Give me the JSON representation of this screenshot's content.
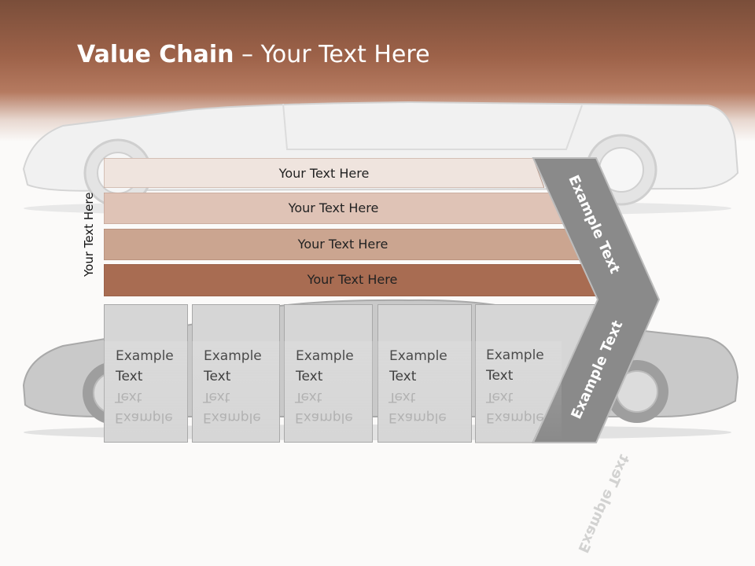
{
  "slide": {
    "title_bold": "Value Chain",
    "title_rest": " – Your Text Here",
    "side_label": "Your Text Here"
  },
  "bands": [
    {
      "label": "Your Text Here",
      "color": "#efe4de"
    },
    {
      "label": "Your Text Here",
      "color": "#dfc3b6"
    },
    {
      "label": "Your Text Here",
      "color": "#cba590"
    },
    {
      "label": "Your Text Here",
      "color": "#a86c52"
    }
  ],
  "boxes": [
    {
      "line1": "Example",
      "line2": "Text"
    },
    {
      "line1": "Example",
      "line2": "Text"
    },
    {
      "line1": "Example",
      "line2": "Text"
    },
    {
      "line1": "Example",
      "line2": "Text"
    },
    {
      "line1": "Example",
      "line2": "Text"
    }
  ],
  "chevron": {
    "upper_text": "Example Text",
    "lower_text": "Example Text",
    "color": "#8a8a8a"
  }
}
